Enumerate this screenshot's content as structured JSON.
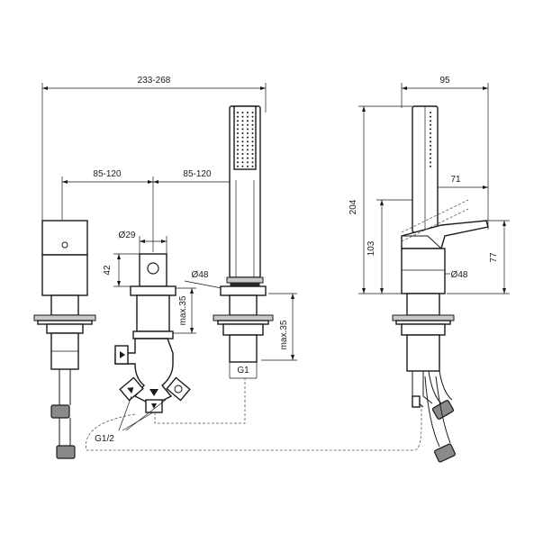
{
  "dimensions": {
    "overall_width": "233-268",
    "spacing_left": "85-120",
    "spacing_right": "85-120",
    "diameter_29": "Ø29",
    "height_42": "42",
    "diameter_48_front": "Ø48",
    "max_35_left": "max.35",
    "max_35_right": "max.35",
    "thread_g1": "G1",
    "thread_g12": "G1/2",
    "side_width": "95",
    "side_height_204": "204",
    "side_reach_71": "71",
    "side_height_103": "103",
    "side_height_77": "77",
    "diameter_48_side": "Ø48"
  },
  "colors": {
    "line": "#1a1a1a",
    "shade": "#c9c9c9",
    "hidden_line": "#555555"
  }
}
